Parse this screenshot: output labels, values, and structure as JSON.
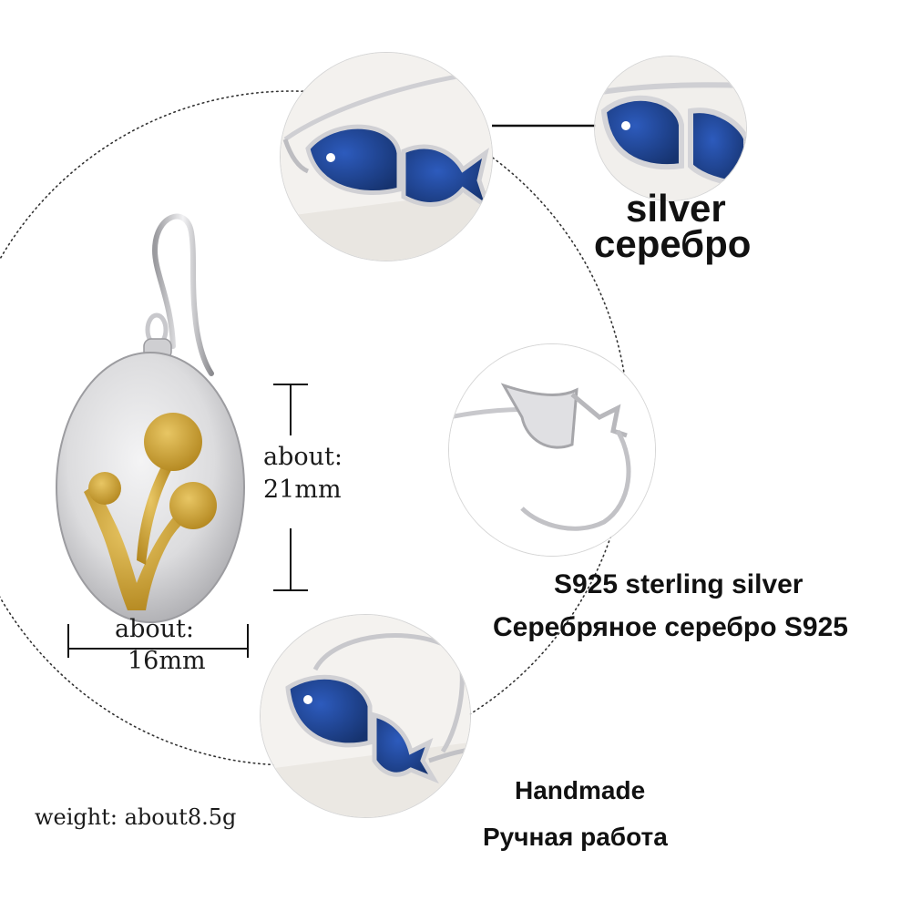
{
  "product": {
    "colors": {
      "enamel_blue": "#1b3f8f",
      "silver": "#d9d9dc",
      "gold": "#c49a2c",
      "text": "#111111"
    }
  },
  "measurements": {
    "height_label": "about:",
    "height_value": "21mm",
    "width_label": "about:",
    "width_value": "16mm",
    "weight": "weight: about8.5g"
  },
  "material": {
    "en": "silver",
    "ru": "серебро"
  },
  "sterling": {
    "en": "S925 sterling silver",
    "ru": "Серебряное серебро S925"
  },
  "handmade": {
    "en": "Handmade",
    "ru": "Ручная работа"
  },
  "icons": [
    "earring-image",
    "ring-detail-zoom",
    "fish-closeup",
    "ring-side-view",
    "ring-angle-view"
  ]
}
